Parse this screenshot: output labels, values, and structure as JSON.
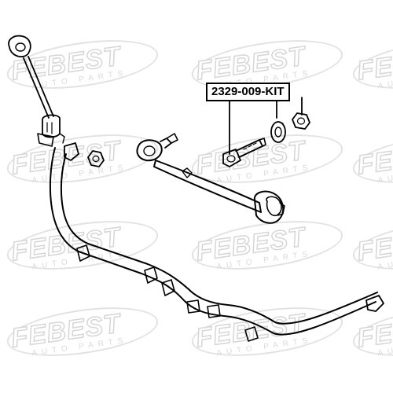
{
  "part_number": "2329-009-KIT",
  "watermark": {
    "brand": "FEBEST",
    "tagline": "AUTO PARTS"
  },
  "colors": {
    "line": "#000000",
    "watermark": "#d6d6d6",
    "background": "#ffffff"
  }
}
